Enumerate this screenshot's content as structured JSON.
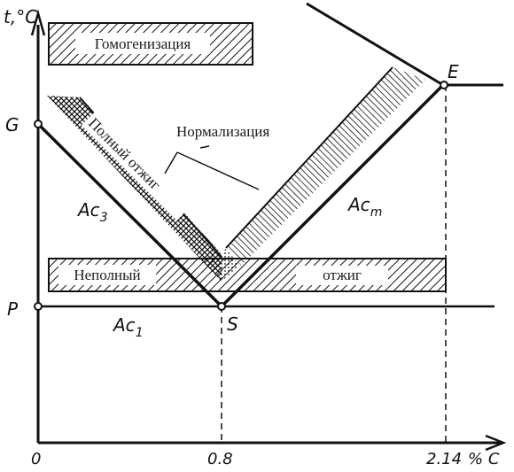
{
  "axis": {
    "y_label": "t,°C",
    "x_ticks": [
      "0",
      "0.8",
      "2.14"
    ],
    "x_unit": "% C"
  },
  "points": {
    "G": "G",
    "E": "E",
    "P": "P",
    "S": "S"
  },
  "lines": {
    "ac3": "Ac",
    "ac3_sub": "3",
    "acm": "Ac",
    "acm_sub": "m",
    "ac1": "Ac",
    "ac1_sub": "1"
  },
  "regions": {
    "homogenization": "Гомогенизация",
    "normalization": "Нормализация",
    "full_anneal": "Полный отжиг",
    "partial_anneal_left": "Неполный",
    "partial_anneal_right": "отжиг"
  },
  "colors": {
    "ink": "#111111",
    "background": "#ffffff"
  }
}
